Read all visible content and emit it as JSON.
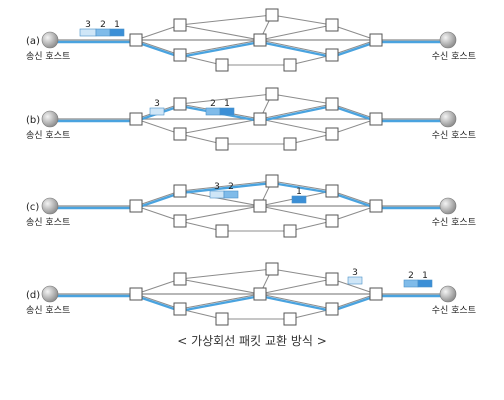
{
  "colors": {
    "line": "#8c8c8c",
    "node_border": "#555555",
    "circuit": "#4aa3df",
    "host_light": "#f4f4f4",
    "host_dark": "#8a8a8a",
    "pkt_1": "#3b8fd6",
    "pkt_2": "#7fbbe9",
    "pkt_3": "#cfe6f7",
    "pkt_border": "#4a90c8"
  },
  "sender_label": "송신 호스트",
  "receiver_label": "수신 호스트",
  "caption": "< 가상회선 패킷 교환 방식 >",
  "panels": [
    {
      "label": "(a)",
      "packets": [
        {
          "text": "3",
          "shade": "3",
          "at": "sender-left"
        },
        {
          "text": "2",
          "shade": "2",
          "at": "sender-mid"
        },
        {
          "text": "1",
          "shade": "1",
          "at": "sender-right"
        }
      ]
    },
    {
      "label": "(b)",
      "packets": [
        {
          "text": "3",
          "shade": "3",
          "at": "link-n1-n2"
        },
        {
          "text": "2",
          "shade": "2",
          "at": "link-n2-n5-a"
        },
        {
          "text": "1",
          "shade": "1",
          "at": "link-n2-n5-b"
        }
      ]
    },
    {
      "label": "(c)",
      "packets": [
        {
          "text": "3",
          "shade": "3",
          "at": "link-n2-n4-a"
        },
        {
          "text": "2",
          "shade": "2",
          "at": "link-n2-n4-b"
        },
        {
          "text": "1",
          "shade": "1",
          "at": "link-n4-n6"
        }
      ]
    },
    {
      "label": "(d)",
      "packets": [
        {
          "text": "3",
          "shade": "3",
          "at": "link-n7-n8"
        },
        {
          "text": "2",
          "shade": "2",
          "at": "receiver-left"
        },
        {
          "text": "1",
          "shade": "1",
          "at": "receiver-right"
        }
      ]
    }
  ]
}
